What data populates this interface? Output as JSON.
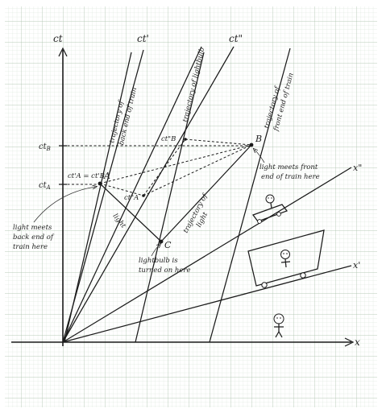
{
  "axes": {
    "ct": "ct",
    "ct_prime": "ct'",
    "ct_double_prime": "ct\"",
    "x": "x",
    "x_prime": "x'",
    "x_double_prime": "x\""
  },
  "points": {
    "A": "A",
    "B": "B",
    "C": "C"
  },
  "tick_labels": {
    "ct_B": "ct",
    "ct_B_sub": "B",
    "ct_A": "ct",
    "ct_A_sub": "A",
    "ct_A_prime_eq": "ct'A = ct'B",
    "ct_A_double": "ct\"A",
    "ct_B_double": "ct\"B"
  },
  "trajectory_labels": {
    "back_line1": "trajectory of",
    "back_line2": "back end of train",
    "bulb": "trajectory of lightbulb",
    "front_line1": "trajectory of",
    "front_line2": "front end of train",
    "light_line1": "trajectory of",
    "light_line2": "light",
    "light_short": "light"
  },
  "annotations": {
    "back_meet": [
      "light meets",
      "back end of",
      "train here"
    ],
    "front_meet": [
      "light meets front",
      "end of train here"
    ],
    "bulb_on": [
      "lightbulb is",
      "turned on here"
    ]
  },
  "colors": {
    "grid": "#b9cdb9",
    "grid_major": "#9fb89f",
    "ink": "#1a1a1a"
  }
}
